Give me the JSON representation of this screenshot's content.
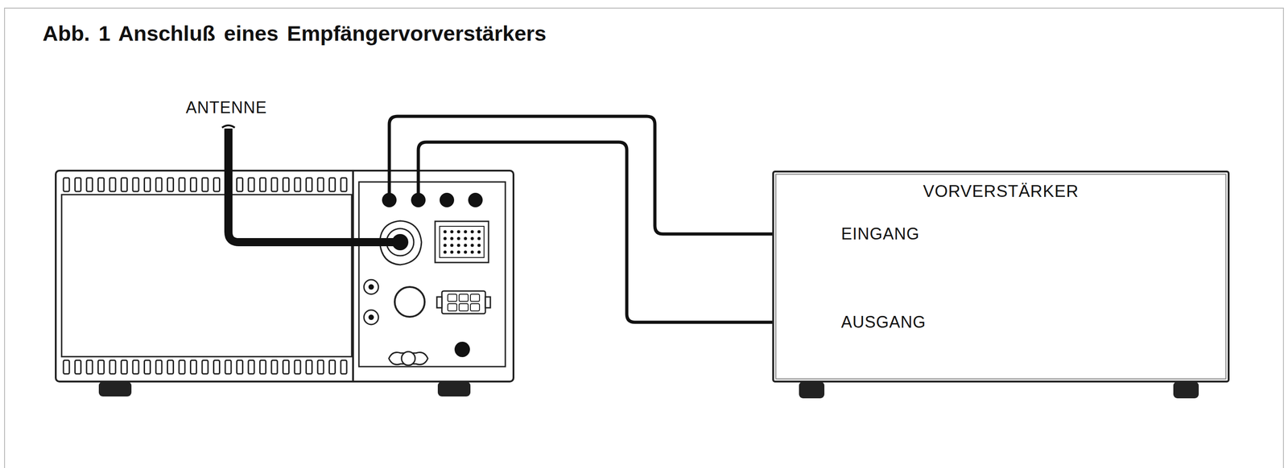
{
  "diagram": {
    "title": "Abb. 1 Anschluß eines Empfängervorverstärkers",
    "nodes": [
      {
        "text": [
          "VORVERSTÄRKER"
        ]
      }
    ],
    "labels": [
      "ANTENNE",
      "EINGANG",
      "AUSGANG"
    ]
  }
}
